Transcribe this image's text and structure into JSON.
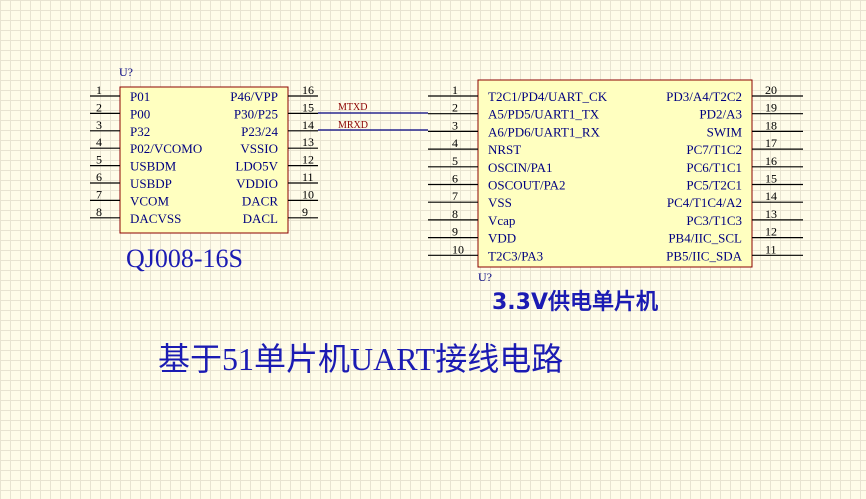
{
  "u1": {
    "designator": "U?",
    "part": "QJ008-16S",
    "left_pins": [
      {
        "num": "1",
        "name": "P01"
      },
      {
        "num": "2",
        "name": "P00"
      },
      {
        "num": "3",
        "name": "P32"
      },
      {
        "num": "4",
        "name": "P02/VCOMO"
      },
      {
        "num": "5",
        "name": "USBDM"
      },
      {
        "num": "6",
        "name": "USBDP"
      },
      {
        "num": "7",
        "name": "VCOM"
      },
      {
        "num": "8",
        "name": "DACVSS"
      }
    ],
    "right_pins": [
      {
        "num": "16",
        "name": "P46/VPP"
      },
      {
        "num": "15",
        "name": "P30/P25"
      },
      {
        "num": "14",
        "name": "P23/24"
      },
      {
        "num": "13",
        "name": "VSSIO"
      },
      {
        "num": "12",
        "name": "LDO5V"
      },
      {
        "num": "11",
        "name": "VDDIO"
      },
      {
        "num": "10",
        "name": "DACR"
      },
      {
        "num": "9",
        "name": "DACL"
      }
    ]
  },
  "u2": {
    "designator": "U?",
    "part": "3.3V供电单片机",
    "left_pins": [
      {
        "num": "1",
        "name": "T2C1/PD4/UART_CK"
      },
      {
        "num": "2",
        "name": "A5/PD5/UART1_TX"
      },
      {
        "num": "3",
        "name": "A6/PD6/UART1_RX"
      },
      {
        "num": "4",
        "name": "NRST"
      },
      {
        "num": "5",
        "name": "OSCIN/PA1"
      },
      {
        "num": "6",
        "name": "OSCOUT/PA2"
      },
      {
        "num": "7",
        "name": "VSS"
      },
      {
        "num": "8",
        "name": "Vcap"
      },
      {
        "num": "9",
        "name": "VDD"
      },
      {
        "num": "10",
        "name": "T2C3/PA3"
      }
    ],
    "right_pins": [
      {
        "num": "20",
        "name": "PD3/A4/T2C2"
      },
      {
        "num": "19",
        "name": "PD2/A3"
      },
      {
        "num": "18",
        "name": "SWIM"
      },
      {
        "num": "17",
        "name": "PC7/T1C2"
      },
      {
        "num": "16",
        "name": "PC6/T1C1"
      },
      {
        "num": "15",
        "name": "PC5/T2C1"
      },
      {
        "num": "14",
        "name": "PC4/T1C4/A2"
      },
      {
        "num": "13",
        "name": "PC3/T1C3"
      },
      {
        "num": "12",
        "name": "PB4/IIC_SCL"
      },
      {
        "num": "11",
        "name": "PB5/IIC_SDA"
      }
    ]
  },
  "nets": {
    "mtxd": "MTXD",
    "mrxd": "MRXD"
  },
  "title": "基于51单片机UART接线电路",
  "colors": {
    "background": "#fffce9",
    "component_border": "#8b0000",
    "component_fill": "#ffffc0",
    "wire": "#000080",
    "text": "#1b1bb3"
  }
}
